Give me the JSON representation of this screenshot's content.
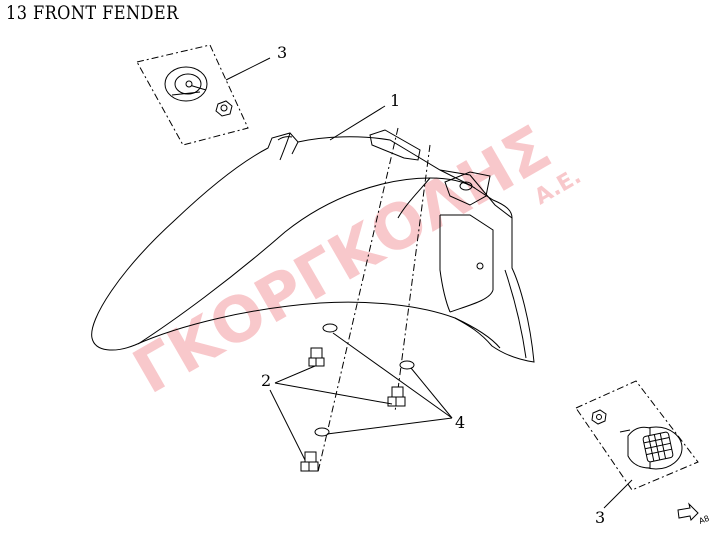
{
  "title": "13  FRONT FENDER",
  "watermark": {
    "brand": "ΓΚΟΡΓΚΟΛΗΣ",
    "suffix": "A.E."
  },
  "callouts": {
    "fender": "1",
    "bolts": "2",
    "reflector_top": "3",
    "reflector_bottom": "3",
    "washers": "4"
  },
  "corner_mark": "A8"
}
